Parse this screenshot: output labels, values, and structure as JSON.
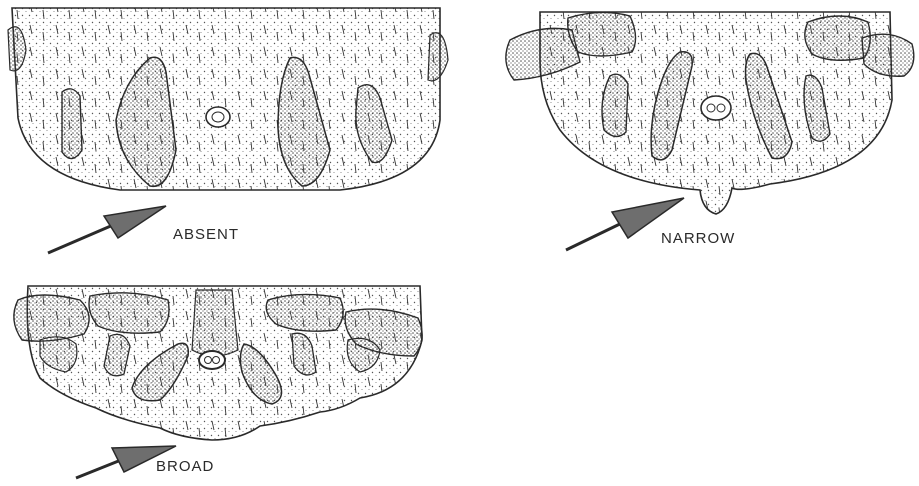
{
  "figure": {
    "panels": [
      {
        "id": "absent",
        "label": "ABSENT"
      },
      {
        "id": "narrow",
        "label": "NARROW"
      },
      {
        "id": "broad",
        "label": "BROAD"
      }
    ]
  },
  "colors": {
    "ink": "#2a2a2a",
    "stipple": "#555555",
    "arrow_fill": "#6e6e6e",
    "paper": "#ffffff"
  }
}
